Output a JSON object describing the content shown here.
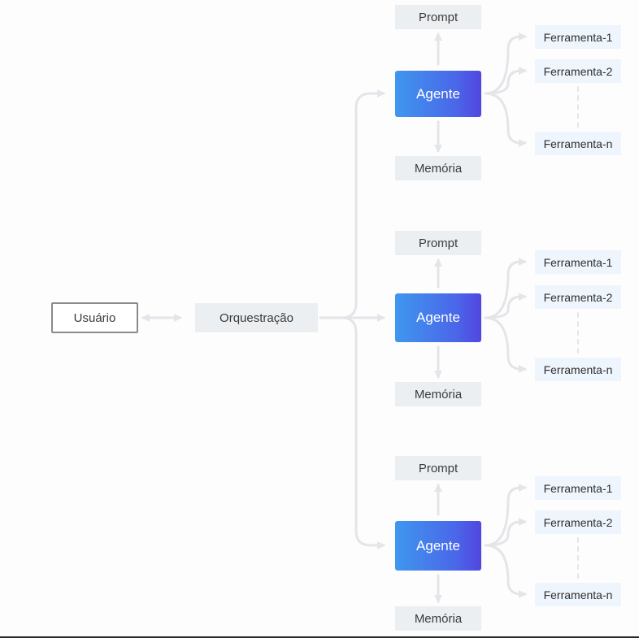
{
  "colors": {
    "connector": "#e3e5e8",
    "agent_gradient_start": "#3f97ee",
    "agent_gradient_end": "#5246e0",
    "gray_box": "#eceff2",
    "tool_box": "#eef5fd"
  },
  "user": {
    "label": "Usuário"
  },
  "orchestration": {
    "label": "Orquestração"
  },
  "agents": [
    {
      "agent": "Agente",
      "prompt": "Prompt",
      "memory": "Memória",
      "tools": [
        "Ferramenta-1",
        "Ferramenta-2",
        "Ferramenta-n"
      ]
    },
    {
      "agent": "Agente",
      "prompt": "Prompt",
      "memory": "Memória",
      "tools": [
        "Ferramenta-1",
        "Ferramenta-2",
        "Ferramenta-n"
      ]
    },
    {
      "agent": "Agente",
      "prompt": "Prompt",
      "memory": "Memória",
      "tools": [
        "Ferramenta-1",
        "Ferramenta-2",
        "Ferramenta-n"
      ]
    }
  ]
}
